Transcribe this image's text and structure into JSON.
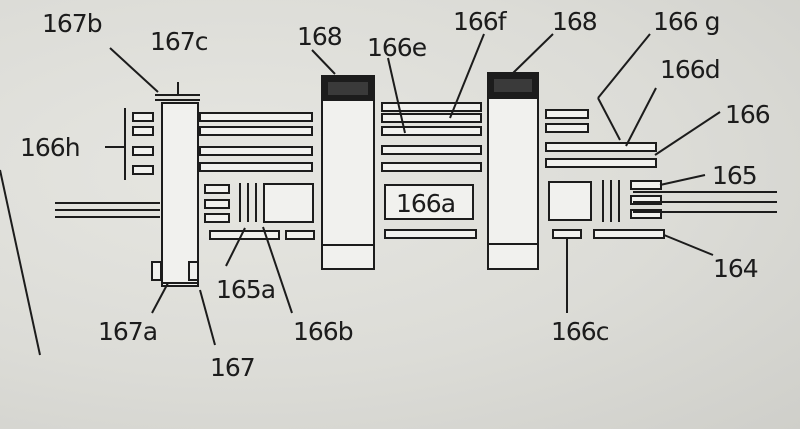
{
  "labels": {
    "l167b": "167b",
    "l167c": "167c",
    "l166h": "166h",
    "l168_left": "168",
    "l166e": "166e",
    "l166f": "166f",
    "l168_right": "168",
    "l166g": "166 g",
    "l166d": "166d",
    "l166": "166",
    "l165": "165",
    "l166a": "166a",
    "l165a": "165a",
    "l164": "164",
    "l167a": "167a",
    "l166b": "166b",
    "l166c": "166c",
    "l167": "167"
  }
}
